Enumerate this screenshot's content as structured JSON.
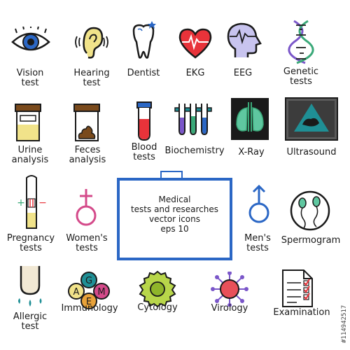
{
  "labels": {
    "vision": [
      "Vision",
      "test"
    ],
    "hearing": [
      "Hearing",
      "test"
    ],
    "dentist": [
      "Dentist"
    ],
    "ekg": [
      "EKG"
    ],
    "eeg": [
      "EEG"
    ],
    "genetic": [
      "Genetic",
      "tests"
    ],
    "urine": [
      "Urine",
      "analysis"
    ],
    "feces": [
      "Feces",
      "analysis"
    ],
    "blood": [
      "Blood",
      "tests"
    ],
    "biochemistry": [
      "Biochemistry"
    ],
    "xray": [
      "X-Ray"
    ],
    "ultrasound": [
      "Ultrasound"
    ],
    "pregnancy": [
      "Pregnancy",
      "tests"
    ],
    "womens": [
      "Women's",
      "tests"
    ],
    "mens": [
      "Men's",
      "tests"
    ],
    "spermogram": [
      "Spermogram"
    ],
    "allergic": [
      "Allergic",
      "test"
    ],
    "immunology": [
      "Immunology"
    ],
    "cytology": [
      "Cytology"
    ],
    "virology": [
      "Virology"
    ],
    "examination": [
      "Examination"
    ]
  },
  "board": {
    "line1": "Medical",
    "line2": "tests and researches",
    "line3": "vector icons",
    "line4": "eps 10"
  },
  "immunology_letters": {
    "g": "G",
    "a": "A",
    "m": "M",
    "e": "E"
  },
  "pregnancy_signs": {
    "plus": "+",
    "minus": "−"
  },
  "watermark": "#114942517",
  "colors": {
    "outline": "#1a1a1a",
    "blue": "#2b67c5",
    "red": "#e8333a",
    "green": "#3aa878",
    "yellow": "#f1e38a",
    "purple": "#7a56c9",
    "teal": "#1f8f95",
    "pink": "#d44a8a",
    "brown": "#7a4a1c"
  }
}
